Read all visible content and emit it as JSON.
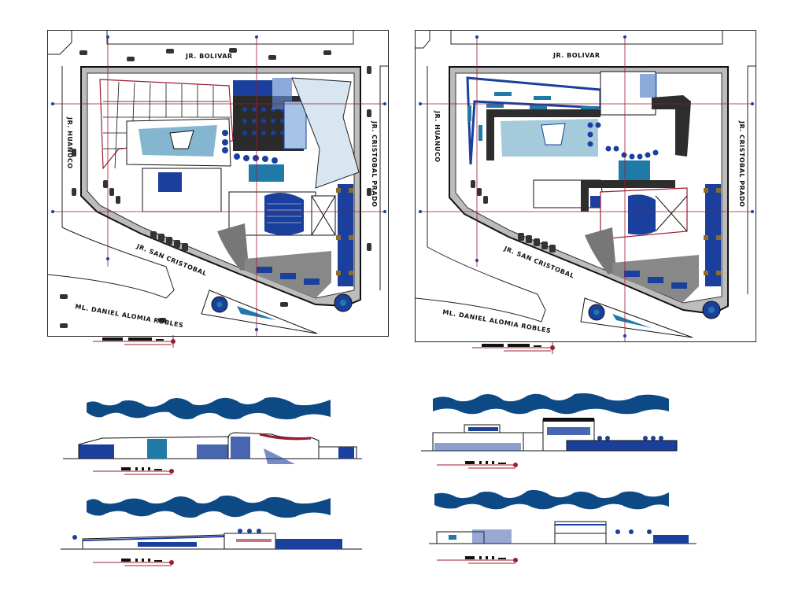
{
  "drawing": {
    "type": "architectural site plan and elevations",
    "colors": {
      "blue": "#1a3f9c",
      "teal": "#1f7aa8",
      "red": "#9b1c31",
      "black": "#111111",
      "navy": "#0d4a85"
    }
  },
  "plans": [
    {
      "id": "plan-left",
      "streets": {
        "north": "JR. BOLIVAR",
        "west": "JR. HUANUCO",
        "east": "JR. CRISTOBAL PRADO",
        "diagonal": "JR. SAN CRISTOBAL",
        "south": "ML. DANIEL ALOMIA ROBLES"
      }
    },
    {
      "id": "plan-right",
      "streets": {
        "north": "JR. BOLIVAR",
        "west": "JR. HUANUCO",
        "east": "JR. CRISTOBAL PRADO",
        "diagonal": "JR. SAN CRISTOBAL",
        "south": "ML. DANIEL ALOMIA ROBLES"
      }
    }
  ],
  "elevations": [
    {
      "id": "elevation-1",
      "label": ""
    },
    {
      "id": "elevation-2",
      "label": ""
    },
    {
      "id": "elevation-3",
      "label": ""
    },
    {
      "id": "elevation-4",
      "label": ""
    }
  ]
}
